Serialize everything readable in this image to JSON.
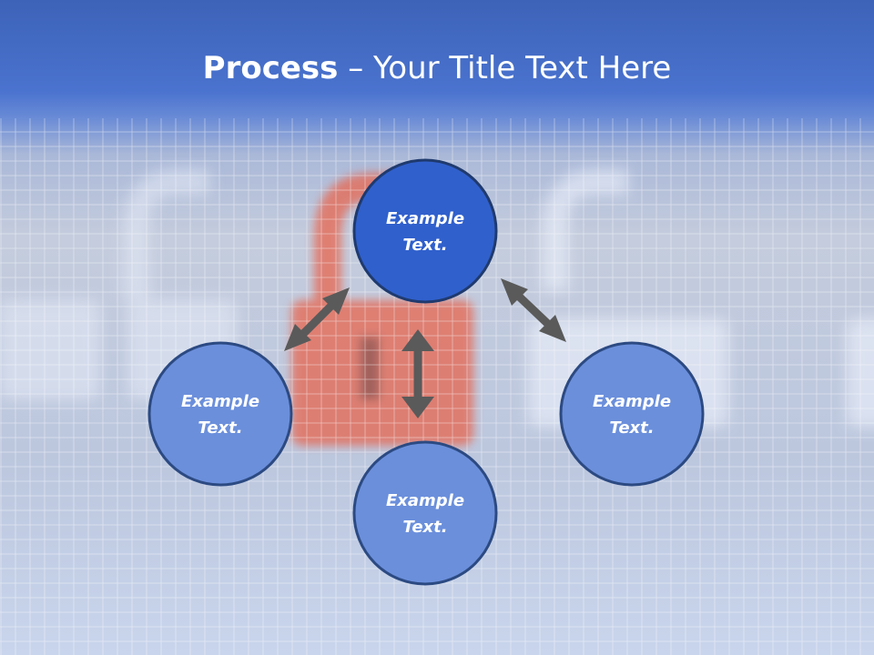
{
  "title": {
    "bold": "Process",
    "separator": " – ",
    "rest": "Your Title Text Here"
  },
  "nodes": [
    {
      "id": "top",
      "line1": "Example",
      "line2": "Text.",
      "fill": "#3060cc"
    },
    {
      "id": "left",
      "line1": "Example",
      "line2": "Text.",
      "fill": "#6b8fdb"
    },
    {
      "id": "bottom",
      "line1": "Example",
      "line2": "Text.",
      "fill": "#6b8fdb"
    },
    {
      "id": "right",
      "line1": "Example",
      "line2": "Text.",
      "fill": "#6b8fdb"
    }
  ],
  "colors": {
    "node_stroke": "#1f3a6e",
    "arrow": "#5a5a5a",
    "lock_accent": "#e8664f"
  }
}
